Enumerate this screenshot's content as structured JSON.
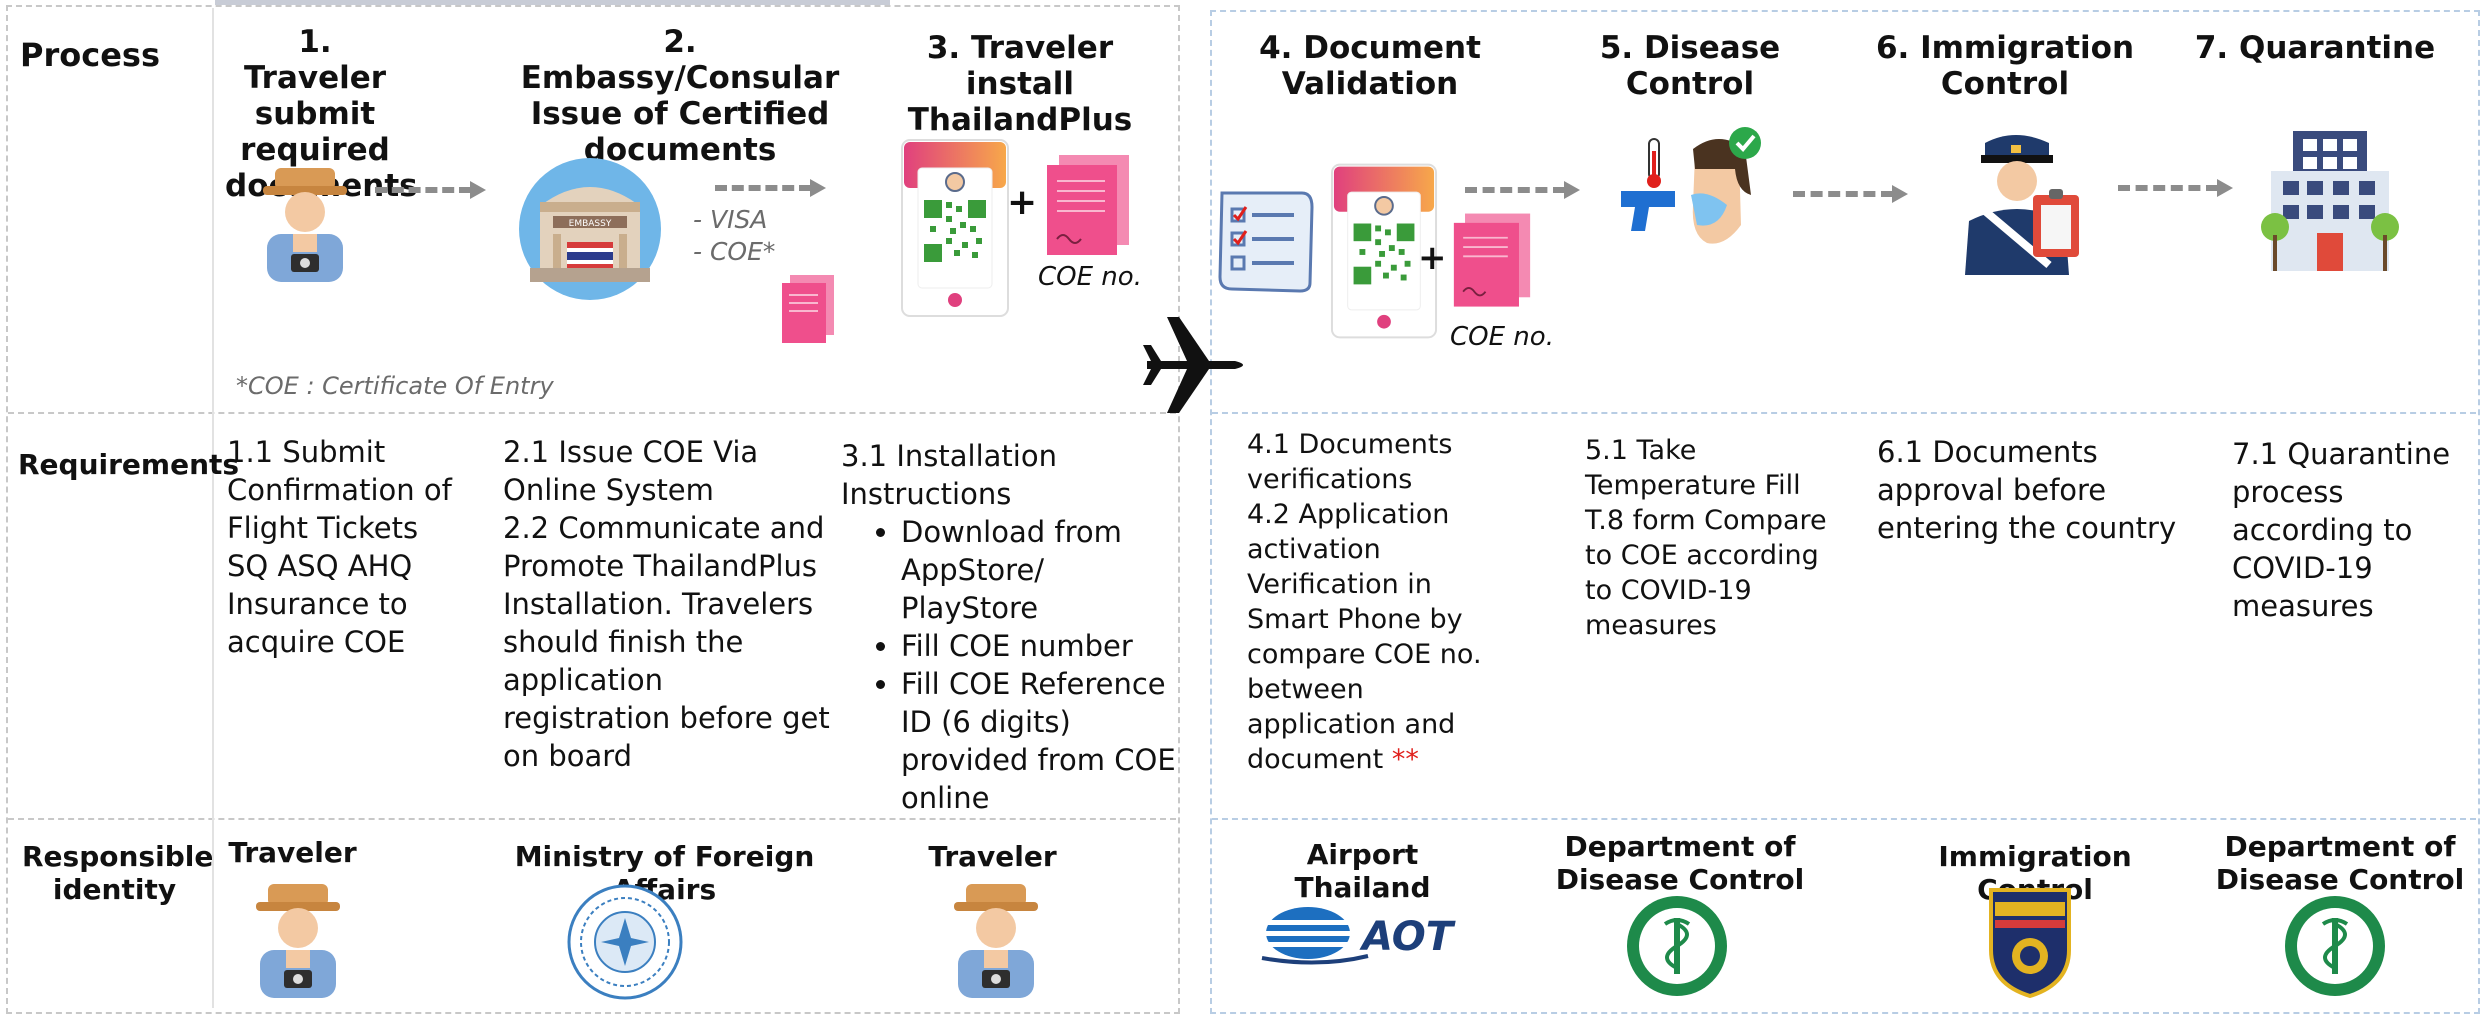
{
  "row_labels": {
    "process": "Process",
    "requirements": "Requirements",
    "responsible": "Responsible identity"
  },
  "steps": [
    {
      "heading": "1. Traveler submit required documents"
    },
    {
      "heading": "2. Embassy/Consular Issue of Certified documents"
    },
    {
      "heading": "3. Traveler install ThailandPlus"
    },
    {
      "heading": "4. Document Validation"
    },
    {
      "heading": "5. Disease Control"
    },
    {
      "heading": "6. Immigration Control"
    },
    {
      "heading": "7. Quarantine"
    }
  ],
  "embassy_docs": {
    "visa": "- VISA",
    "coe": "- COE*",
    "sign": "EMBASSY"
  },
  "coe_no": "COE no.",
  "plus": "+",
  "footnote": "*COE : Certificate Of Entry",
  "requirements": {
    "r1": "1.1 Submit Confirmation of Flight Tickets SQ ASQ AHQ Insurance to acquire COE",
    "r2a": "2.1 Issue COE Via Online System",
    "r2b": "2.2 Communicate and Promote ThailandPlus Installation. Travelers should finish the application registration before get on board",
    "r3_title": "3.1 Installation Instructions",
    "r3_items": [
      "Download from AppStore/ PlayStore",
      "Fill COE number",
      "Fill COE Reference ID (6 digits) provided from COE online"
    ],
    "r4a": "4.1 Documents verifications",
    "r4b": "4.2 Application activation Verification in Smart Phone by compare COE no. between application and document",
    "r4_mark": "**",
    "r5": "5.1 Take Temperature Fill T.8 form Compare to COE according to COVID-19 measures",
    "r6": "6.1  Documents approval before entering the country",
    "r7": "7.1 Quarantine process according to COVID-19 measures"
  },
  "responsible": {
    "c1": "Traveler",
    "c2": "Ministry of Foreign Affairs",
    "c3": "Traveler",
    "c4": "Airport Thailand",
    "c5": "Department of Disease Control",
    "c6": "Immigration Control",
    "c7": "Department of Disease Control"
  },
  "aot_logo_text": "AOT",
  "colors": {
    "arrow": "#8c8c8c",
    "accent_red": "#e0201c",
    "pink_doc": "#ef4f8c",
    "panel_right_border": "#b8cde4"
  },
  "icons": [
    "traveler-icon",
    "embassy-icon",
    "phone-app-icon",
    "document-icon",
    "checklist-icon",
    "thermometer-icon",
    "immigration-officer-icon",
    "hotel-icon",
    "airplane-icon",
    "seal-icon",
    "aot-logo",
    "police-badge-icon"
  ]
}
